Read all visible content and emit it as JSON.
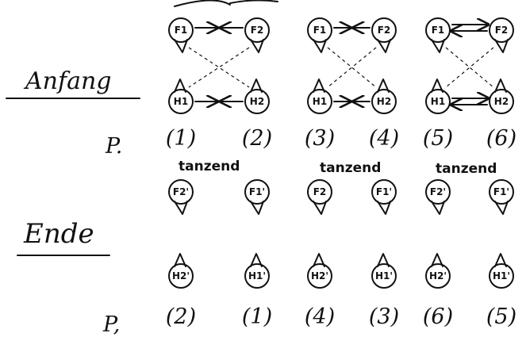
{
  "labels": {
    "anfang": "Anfang",
    "ende": "Ende"
  },
  "position_label_top": "P.",
  "position_label_bottom": "P,",
  "dance_word": "tanzend",
  "groups": [
    {
      "start": {
        "top": [
          "F1",
          "F2"
        ],
        "bottom": [
          "H1",
          "H2"
        ],
        "arrows": "single"
      },
      "start_positions": [
        "(1)",
        "(2)"
      ],
      "end": {
        "top": [
          "F2'",
          "F1'"
        ],
        "bottom": [
          "H2'",
          "H1'"
        ]
      },
      "end_positions": [
        "(2)",
        "(1)"
      ]
    },
    {
      "start": {
        "top": [
          "F1",
          "F2"
        ],
        "bottom": [
          "H1",
          "H2"
        ],
        "arrows": "single"
      },
      "start_positions": [
        "(3)",
        "(4)"
      ],
      "end": {
        "top": [
          "F2",
          "F1'"
        ],
        "bottom": [
          "H2'",
          "H1'"
        ]
      },
      "end_positions": [
        "(4)",
        "(3)"
      ]
    },
    {
      "start": {
        "top": [
          "F1",
          "F2"
        ],
        "bottom": [
          "H1",
          "H2"
        ],
        "arrows": "double"
      },
      "start_positions": [
        "(5)",
        "(6)"
      ],
      "end": {
        "top": [
          "F2'",
          "F1'"
        ],
        "bottom": [
          "H2'",
          "H1'"
        ]
      },
      "end_positions": [
        "(6)",
        "(5)"
      ]
    }
  ]
}
